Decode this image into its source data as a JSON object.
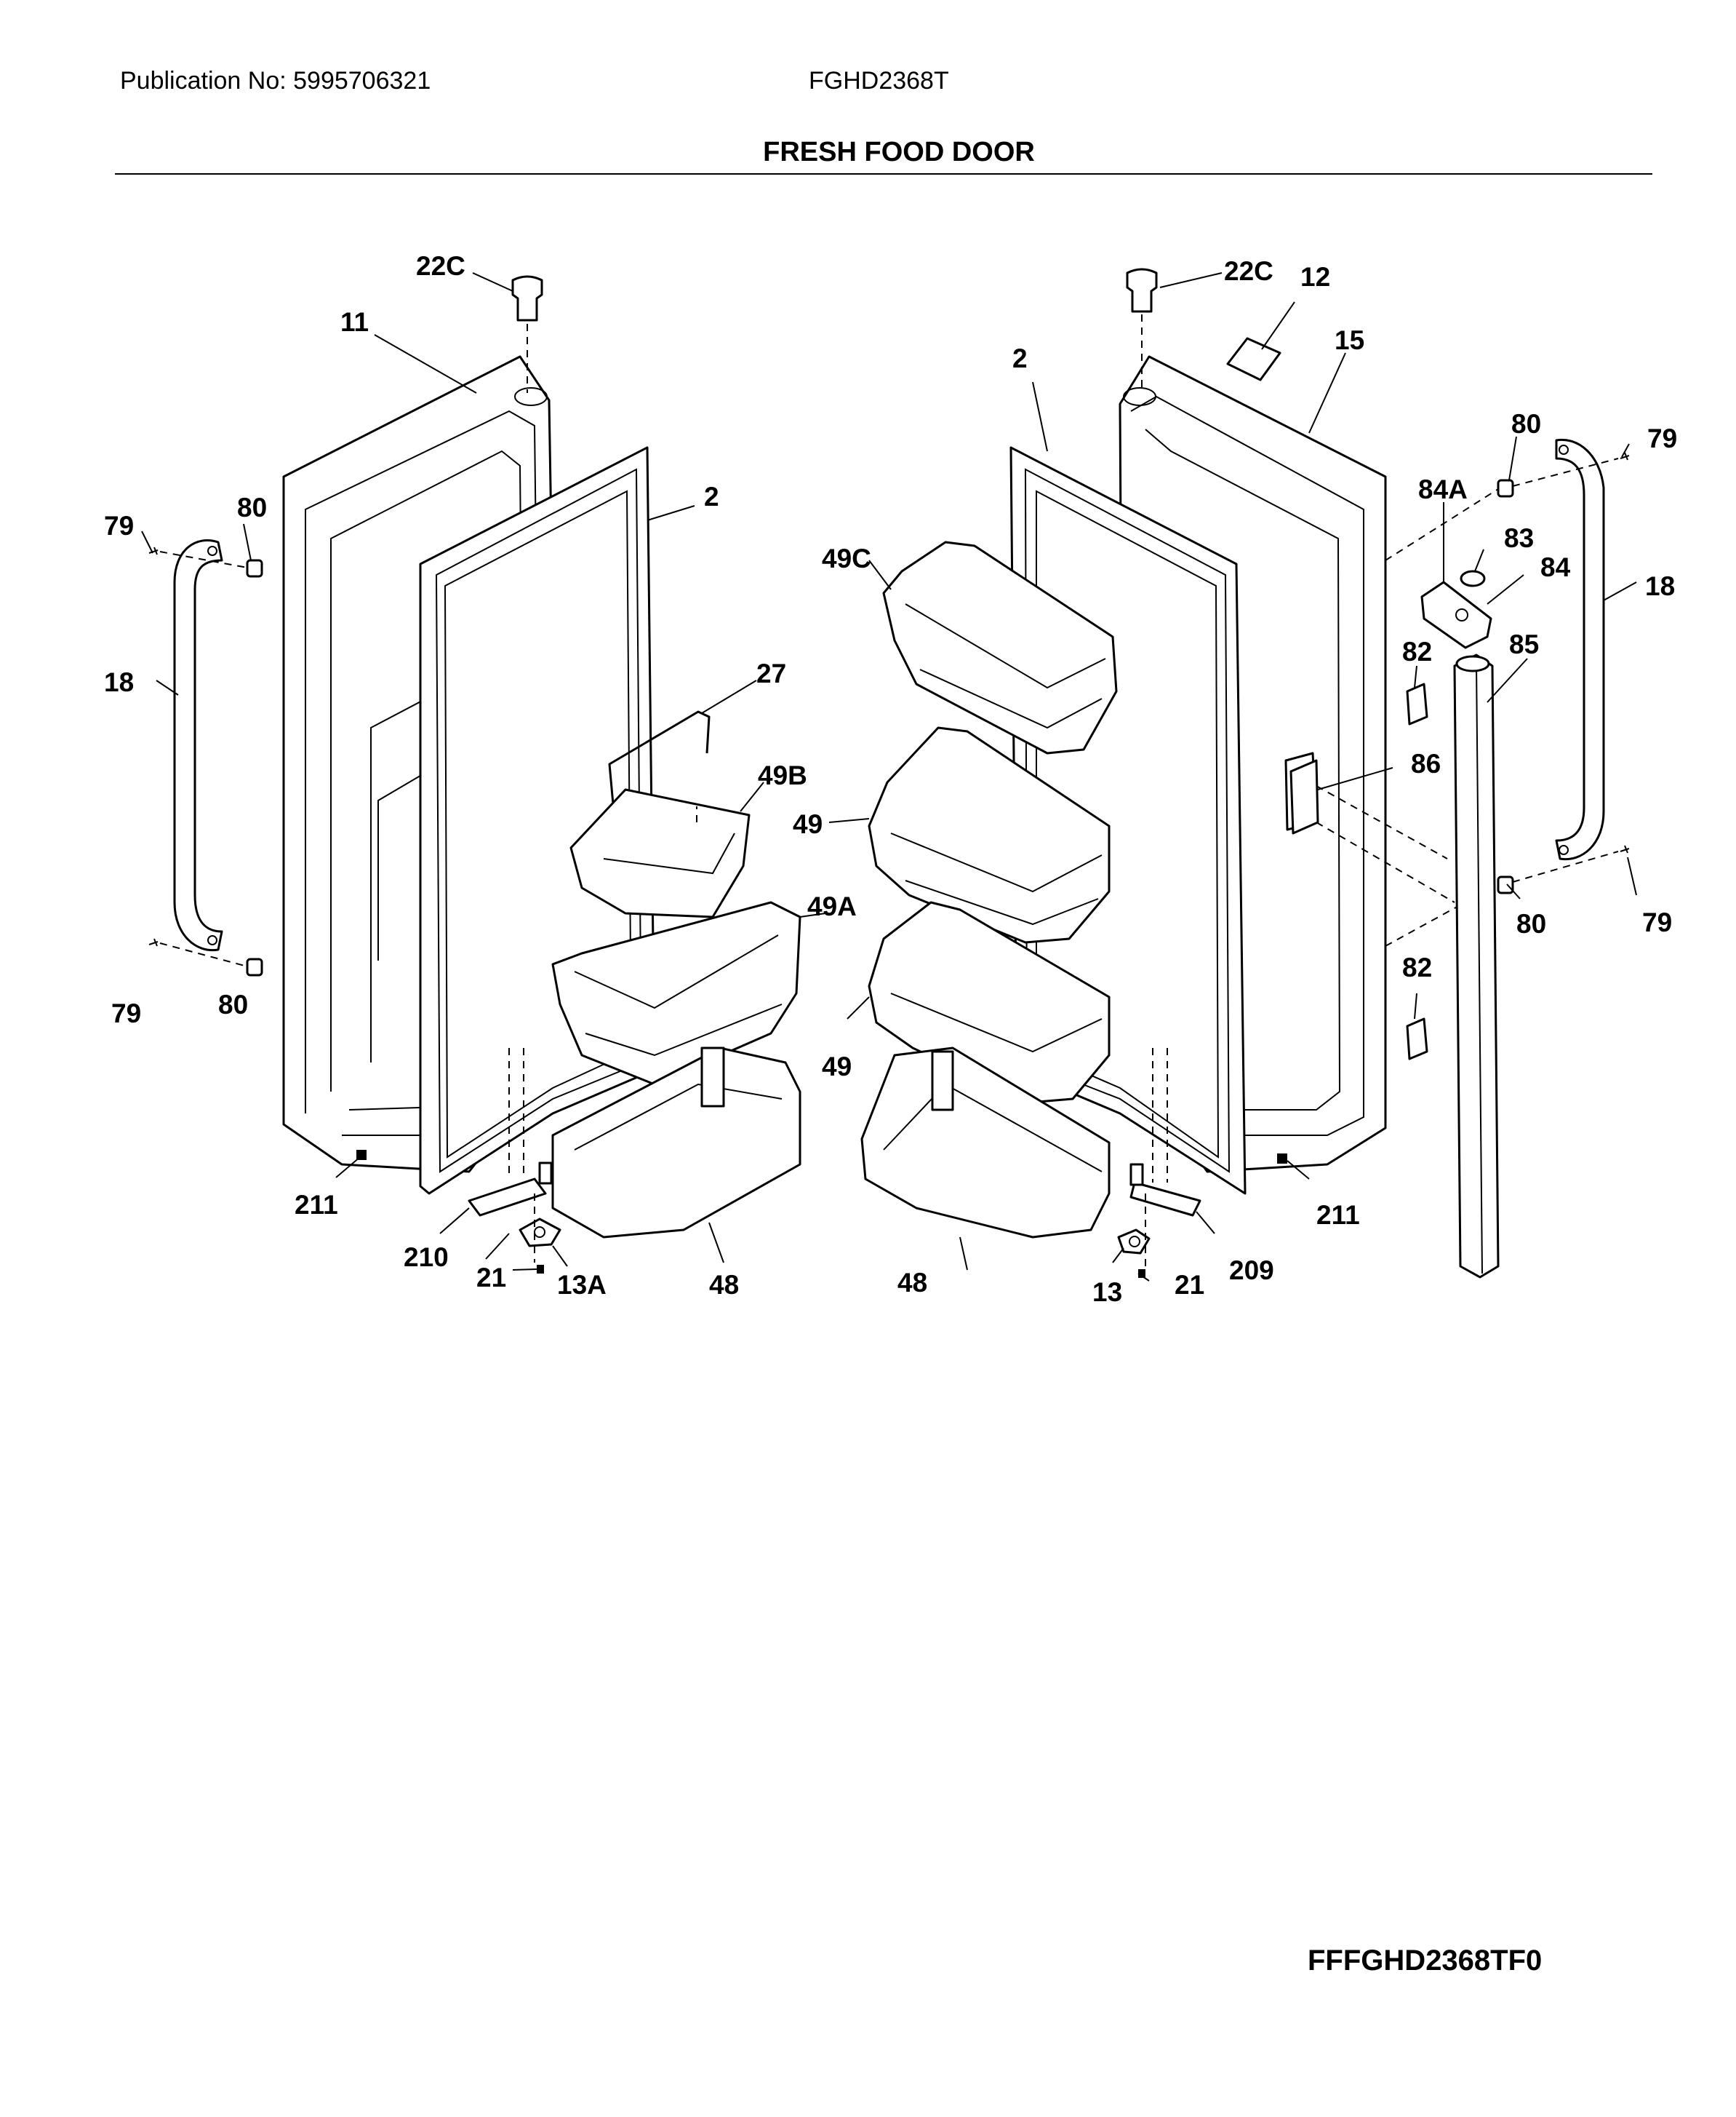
{
  "header": {
    "publication": "Publication No: 5995706321",
    "model": "FGHD2368T",
    "title": "FRESH FOOD DOOR"
  },
  "footer": {
    "code": "FFFGHD2368TF0"
  },
  "callouts": [
    "22C",
    "11",
    "79",
    "80",
    "18",
    "80",
    "79",
    "2",
    "27",
    "49B",
    "49A",
    "211",
    "210",
    "21",
    "13A",
    "48",
    "22C",
    "12",
    "2",
    "15",
    "49C",
    "49",
    "49",
    "48",
    "80",
    "79",
    "84A",
    "83",
    "84",
    "18",
    "82",
    "85",
    "86",
    "80",
    "79",
    "82",
    "211",
    "13",
    "21",
    "209"
  ]
}
